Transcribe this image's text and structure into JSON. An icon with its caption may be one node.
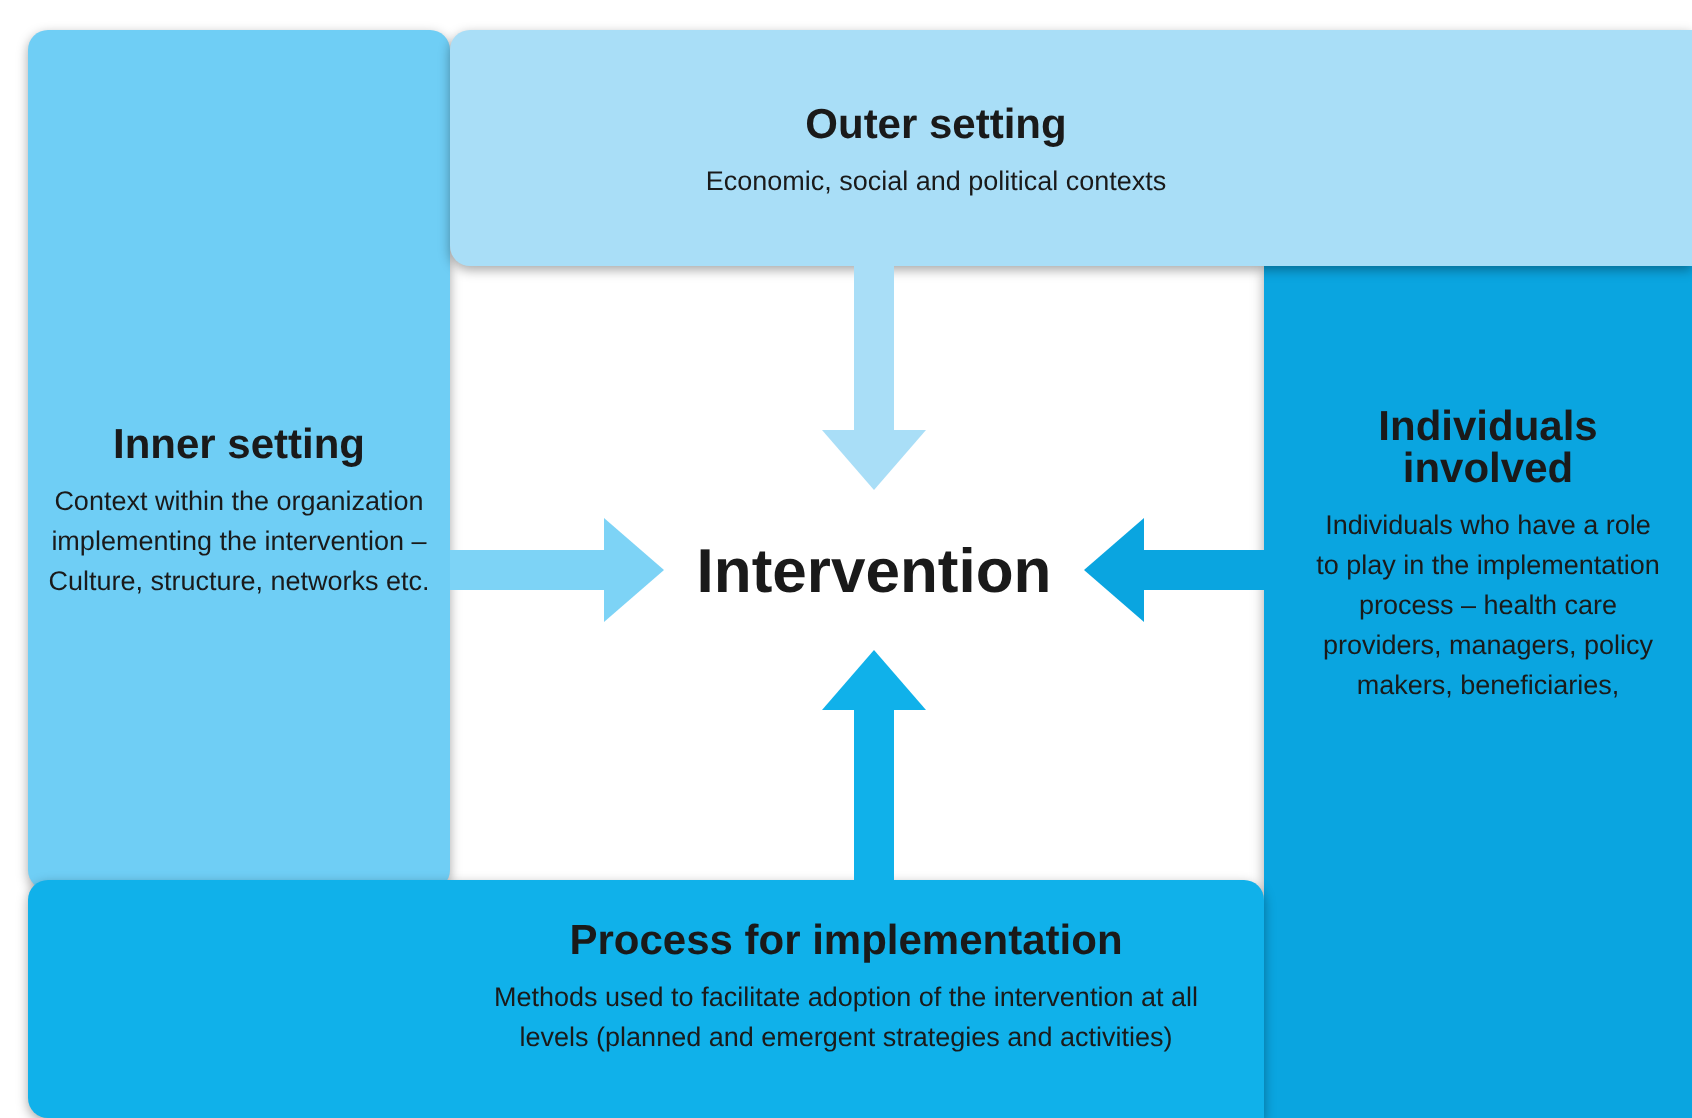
{
  "diagram": {
    "nodes": [
      {
        "text": [
          "Outer setting",
          "Economic, social and political contexts"
        ]
      },
      {
        "text": [
          "Inner setting",
          "Context within the organization implementing the intervention – Culture, structure, networks etc."
        ]
      },
      {
        "text": [
          "Intervention"
        ]
      },
      {
        "text": [
          "Individuals involved",
          "Individuals who have a role to play in the implementation process – health care providers, managers, policy makers, beneficiaries,"
        ]
      },
      {
        "text": [
          "Process for implementation",
          "Methods used to facilitate adoption of the intervention at all levels (planned and emergent strategies and activities)"
        ]
      }
    ],
    "edges": [
      {
        "from": 0,
        "to": 2,
        "arrow": "to",
        "color": "#a9def7"
      },
      {
        "from": 1,
        "to": 2,
        "arrow": "to",
        "color": "#7dd3f6"
      },
      {
        "from": 3,
        "to": 2,
        "arrow": "to",
        "color": "#0aa5e0"
      },
      {
        "from": 4,
        "to": 2,
        "arrow": "to",
        "color": "#10b1ea"
      }
    ]
  }
}
